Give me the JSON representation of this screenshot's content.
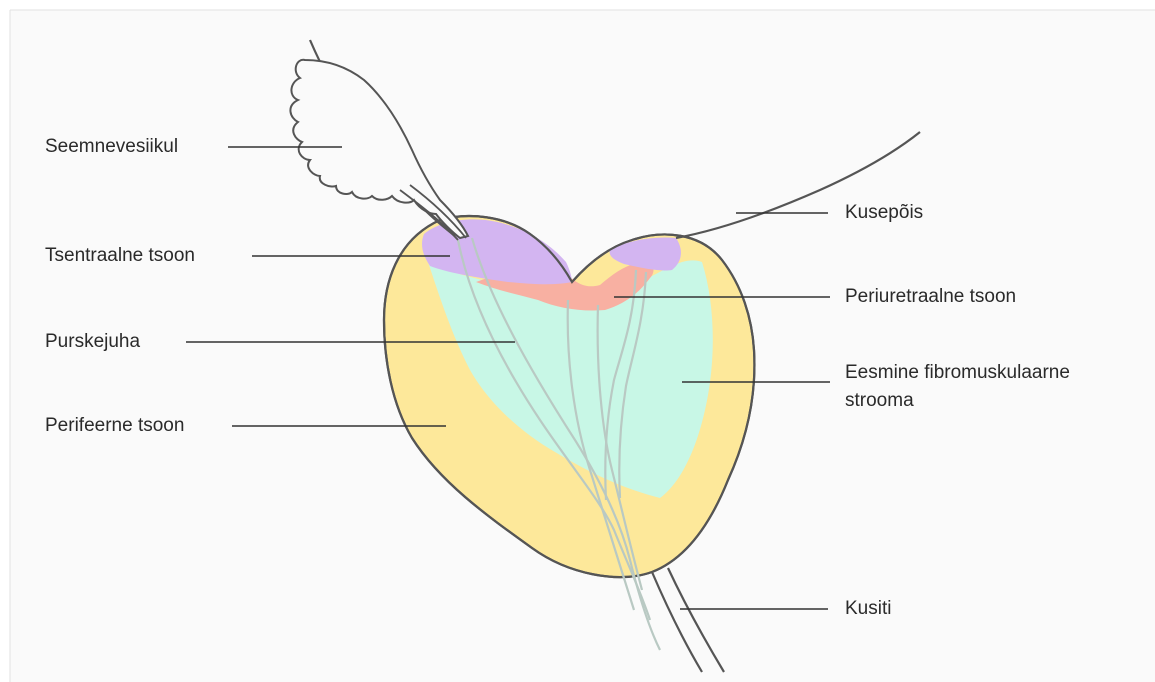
{
  "colors": {
    "background": "#fafafa",
    "outline": "#555555",
    "leader": "#333333",
    "peripheral_zone": "#fde89a",
    "central_zone": "#d3b5f1",
    "periurethral_zone": "#f8b0a2",
    "fibromuscular_stroma": "#c8f7e6",
    "inner_ducts": "#b9c9c3"
  },
  "labels": {
    "seminal_vesicle": "Seemnevesiikul",
    "central_zone": "Tsentraalne tsoon",
    "ejaculatory_duct": "Purskejuha",
    "peripheral_zone": "Perifeerne tsoon",
    "bladder": "Kusepõis",
    "periurethral_zone": "Periuretraalne tsoon",
    "stroma_line1": "Eesmine fibromuskulaarne",
    "stroma_line2": "strooma",
    "urethra": "Kusiti"
  }
}
